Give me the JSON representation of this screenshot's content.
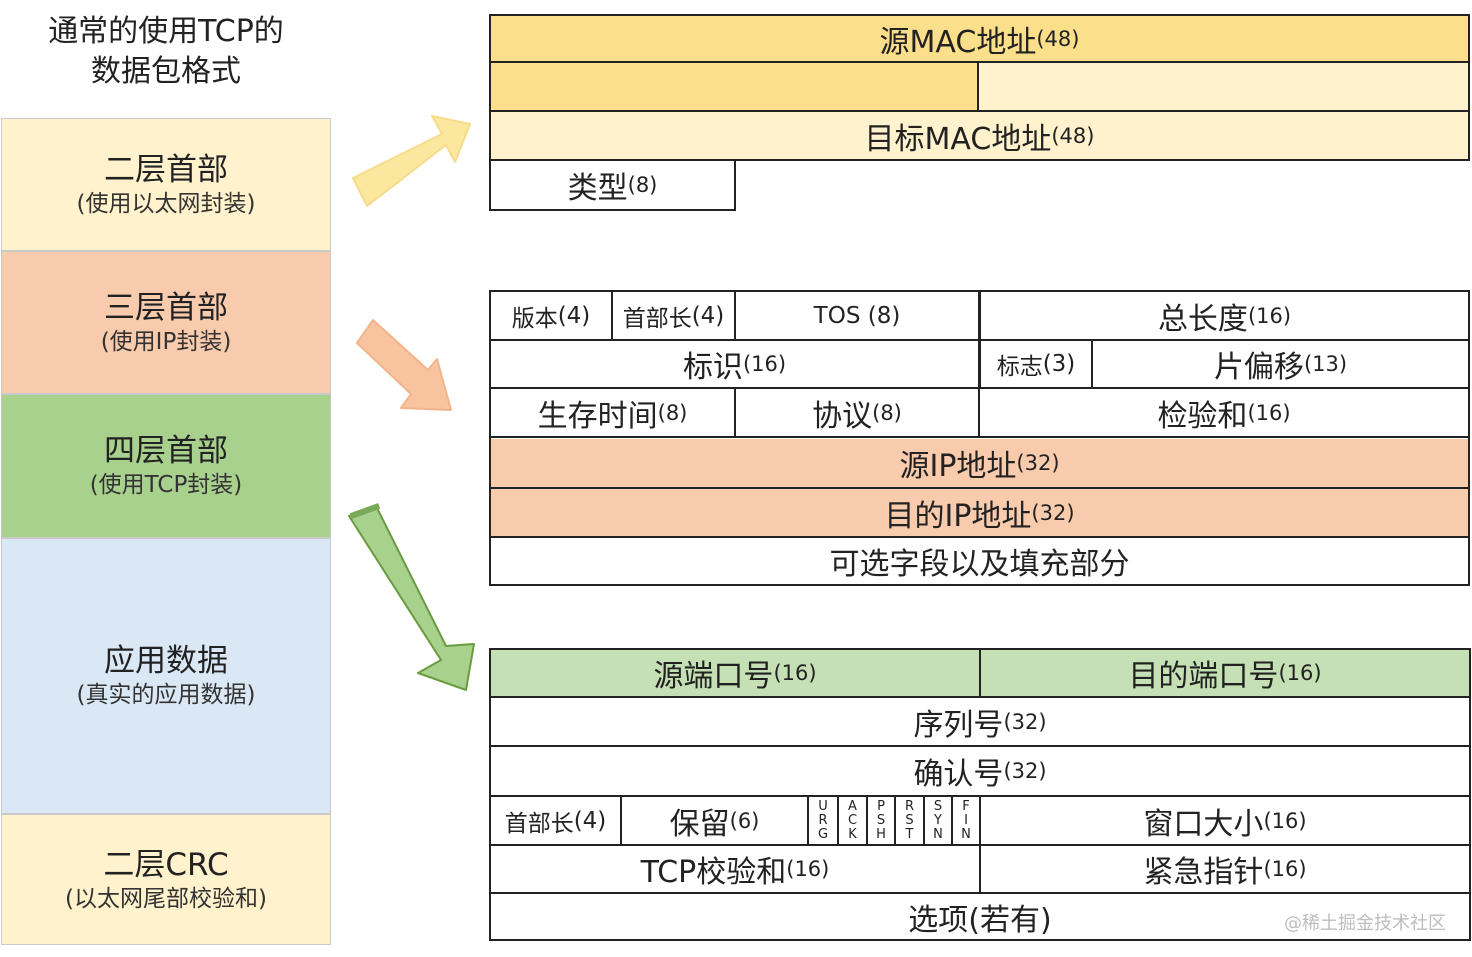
{
  "title": {
    "line1": "通常的使用TCP的",
    "line2": "数据包格式"
  },
  "layers": [
    {
      "main": "二层首部",
      "sub": "(使用以太网封装)",
      "color": "#fff2cc"
    },
    {
      "main": "三层首部",
      "sub": "(使用IP封装)",
      "color": "#f8cbad"
    },
    {
      "main": "四层首部",
      "sub": "(使用TCP封装)",
      "color": "#a9d18e"
    },
    {
      "main": "应用数据",
      "sub": "(真实的应用数据)",
      "color": "#dae8f5"
    },
    {
      "main": "二层CRC",
      "sub": "(以太网尾部校验和)",
      "color": "#fff2cc"
    }
  ],
  "ethernet": {
    "src_mac": {
      "name": "源MAC地址",
      "bits": "(48)"
    },
    "dst_mac": {
      "name": "目标MAC地址",
      "bits": "(48)"
    },
    "type": {
      "name": "类型",
      "bits": "(8)"
    }
  },
  "ip": {
    "version": {
      "name": "版本",
      "bits": "(4)"
    },
    "ihl": {
      "name": "首部长",
      "bits": "(4)"
    },
    "tos": {
      "name": "TOS",
      "bits": " (8)"
    },
    "total_len": {
      "name": "总长度",
      "bits": "(16)"
    },
    "ident": {
      "name": "标识",
      "bits": "(16)"
    },
    "flags": {
      "name": "标志",
      "bits": "(3)"
    },
    "frag": {
      "name": "片偏移",
      "bits": "(13)"
    },
    "ttl": {
      "name": "生存时间",
      "bits": "(8)"
    },
    "proto": {
      "name": "协议",
      "bits": "(8)"
    },
    "checksum": {
      "name": "检验和",
      "bits": "(16)"
    },
    "src_ip": {
      "name": "源IP地址",
      "bits": "(32)"
    },
    "dst_ip": {
      "name": "目的IP地址",
      "bits": "(32)"
    },
    "options": {
      "name": "可选字段以及填充部分"
    }
  },
  "tcp": {
    "src_port": {
      "name": "源端口号",
      "bits": "(16)"
    },
    "dst_port": {
      "name": "目的端口号",
      "bits": "(16)"
    },
    "seq": {
      "name": "序列号",
      "bits": "(32)"
    },
    "ack": {
      "name": "确认号",
      "bits": "(32)"
    },
    "hlen": {
      "name": "首部长",
      "bits": "(4)"
    },
    "reserved": {
      "name": "保留",
      "bits": "(6)"
    },
    "flags": [
      [
        "U",
        "R",
        "G"
      ],
      [
        "A",
        "C",
        "K"
      ],
      [
        "P",
        "S",
        "H"
      ],
      [
        "R",
        "S",
        "T"
      ],
      [
        "S",
        "Y",
        "N"
      ],
      [
        "F",
        "I",
        "N"
      ]
    ],
    "window": {
      "name": "窗口大小",
      "bits": "(16)"
    },
    "checksum": {
      "name": "TCP校验和",
      "bits": "(16)"
    },
    "urgent": {
      "name": "紧急指针",
      "bits": "(16)"
    },
    "options": {
      "name": "选项(若有)"
    }
  },
  "colors": {
    "eth_dark": "#fbdf8a",
    "eth_light": "#fff2cc",
    "ip_fill": "#f8cbad",
    "tcp_fill": "#c5e0b4",
    "arrow_yellow": "#fbe79e",
    "arrow_orange": "#f8c4a0",
    "arrow_green": "#a9d18e"
  },
  "watermark": "@稀土掘金技术社区"
}
